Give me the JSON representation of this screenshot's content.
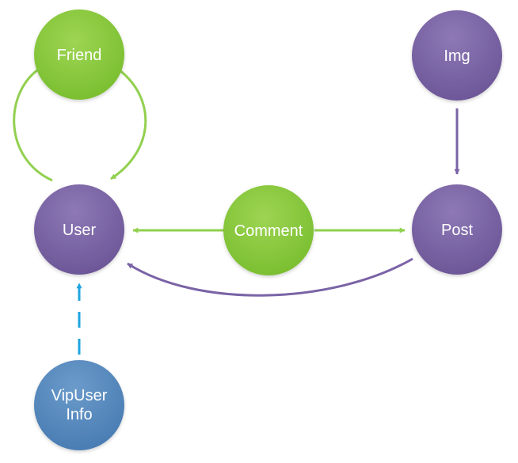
{
  "nodes": {
    "friend": {
      "label": "Friend",
      "color": "#8CCB3E"
    },
    "user": {
      "label": "User",
      "color": "#7A63A6"
    },
    "comment": {
      "label": "Comment",
      "color": "#8CCB3E"
    },
    "post": {
      "label": "Post",
      "color": "#7A63A6"
    },
    "img": {
      "label": "Img",
      "color": "#7A63A6"
    },
    "vipuser": {
      "label_line1": "VipUser",
      "label_line2": "Info",
      "color": "#4F86BE"
    }
  },
  "edge_colors": {
    "green": "#92D050",
    "purple": "#7A63A6",
    "blue": "#1FA5E0"
  }
}
